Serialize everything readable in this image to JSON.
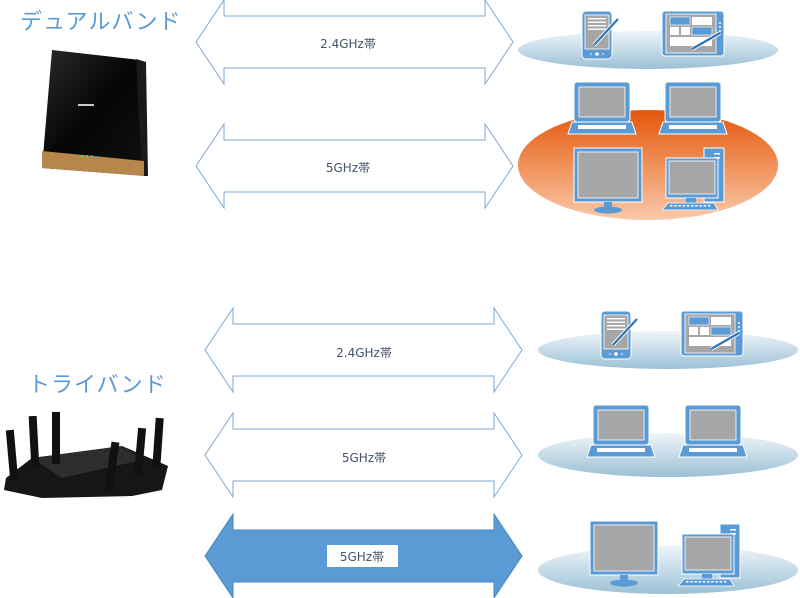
{
  "sections": {
    "dual": {
      "title": "デュアルバンド",
      "bands": [
        {
          "label": "2.4GHz帯",
          "style": "outline"
        },
        {
          "label": "5GHz帯",
          "style": "outline"
        }
      ]
    },
    "tri": {
      "title": "トライバンド",
      "bands": [
        {
          "label": "2.4GHz帯",
          "style": "outline"
        },
        {
          "label": "5GHz帯",
          "style": "outline"
        },
        {
          "label": "5GHz帯",
          "style": "filled"
        }
      ]
    }
  },
  "colors": {
    "accent": "#5b9bd5",
    "outline": "#7ea6d3",
    "platform": "#bcd6e6",
    "orange": "#e8640f",
    "screen": "#a6a6a6",
    "label": "#44546a"
  }
}
